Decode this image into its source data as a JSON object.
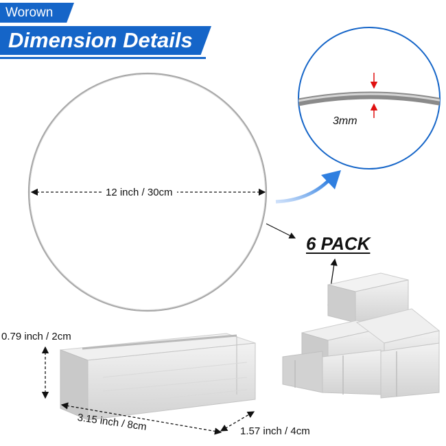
{
  "header": {
    "brand": "Worown",
    "title": "Dimension Details"
  },
  "hoop": {
    "diameter_label": "12 inch / 30cm",
    "thickness_label": "3mm"
  },
  "stand": {
    "pack_label": "6 PACK",
    "height_label": "0.79 inch / 2cm",
    "length_label": "3.15 inch / 8cm",
    "width_label": "1.57 inch / 4cm"
  },
  "colors": {
    "brand_blue": "#1565c8",
    "arrow_blue": "#2f7fe0",
    "marker_red": "#e01010",
    "hoop_silver": "#a8a8a8",
    "wood_light": "#e6e6e6"
  }
}
